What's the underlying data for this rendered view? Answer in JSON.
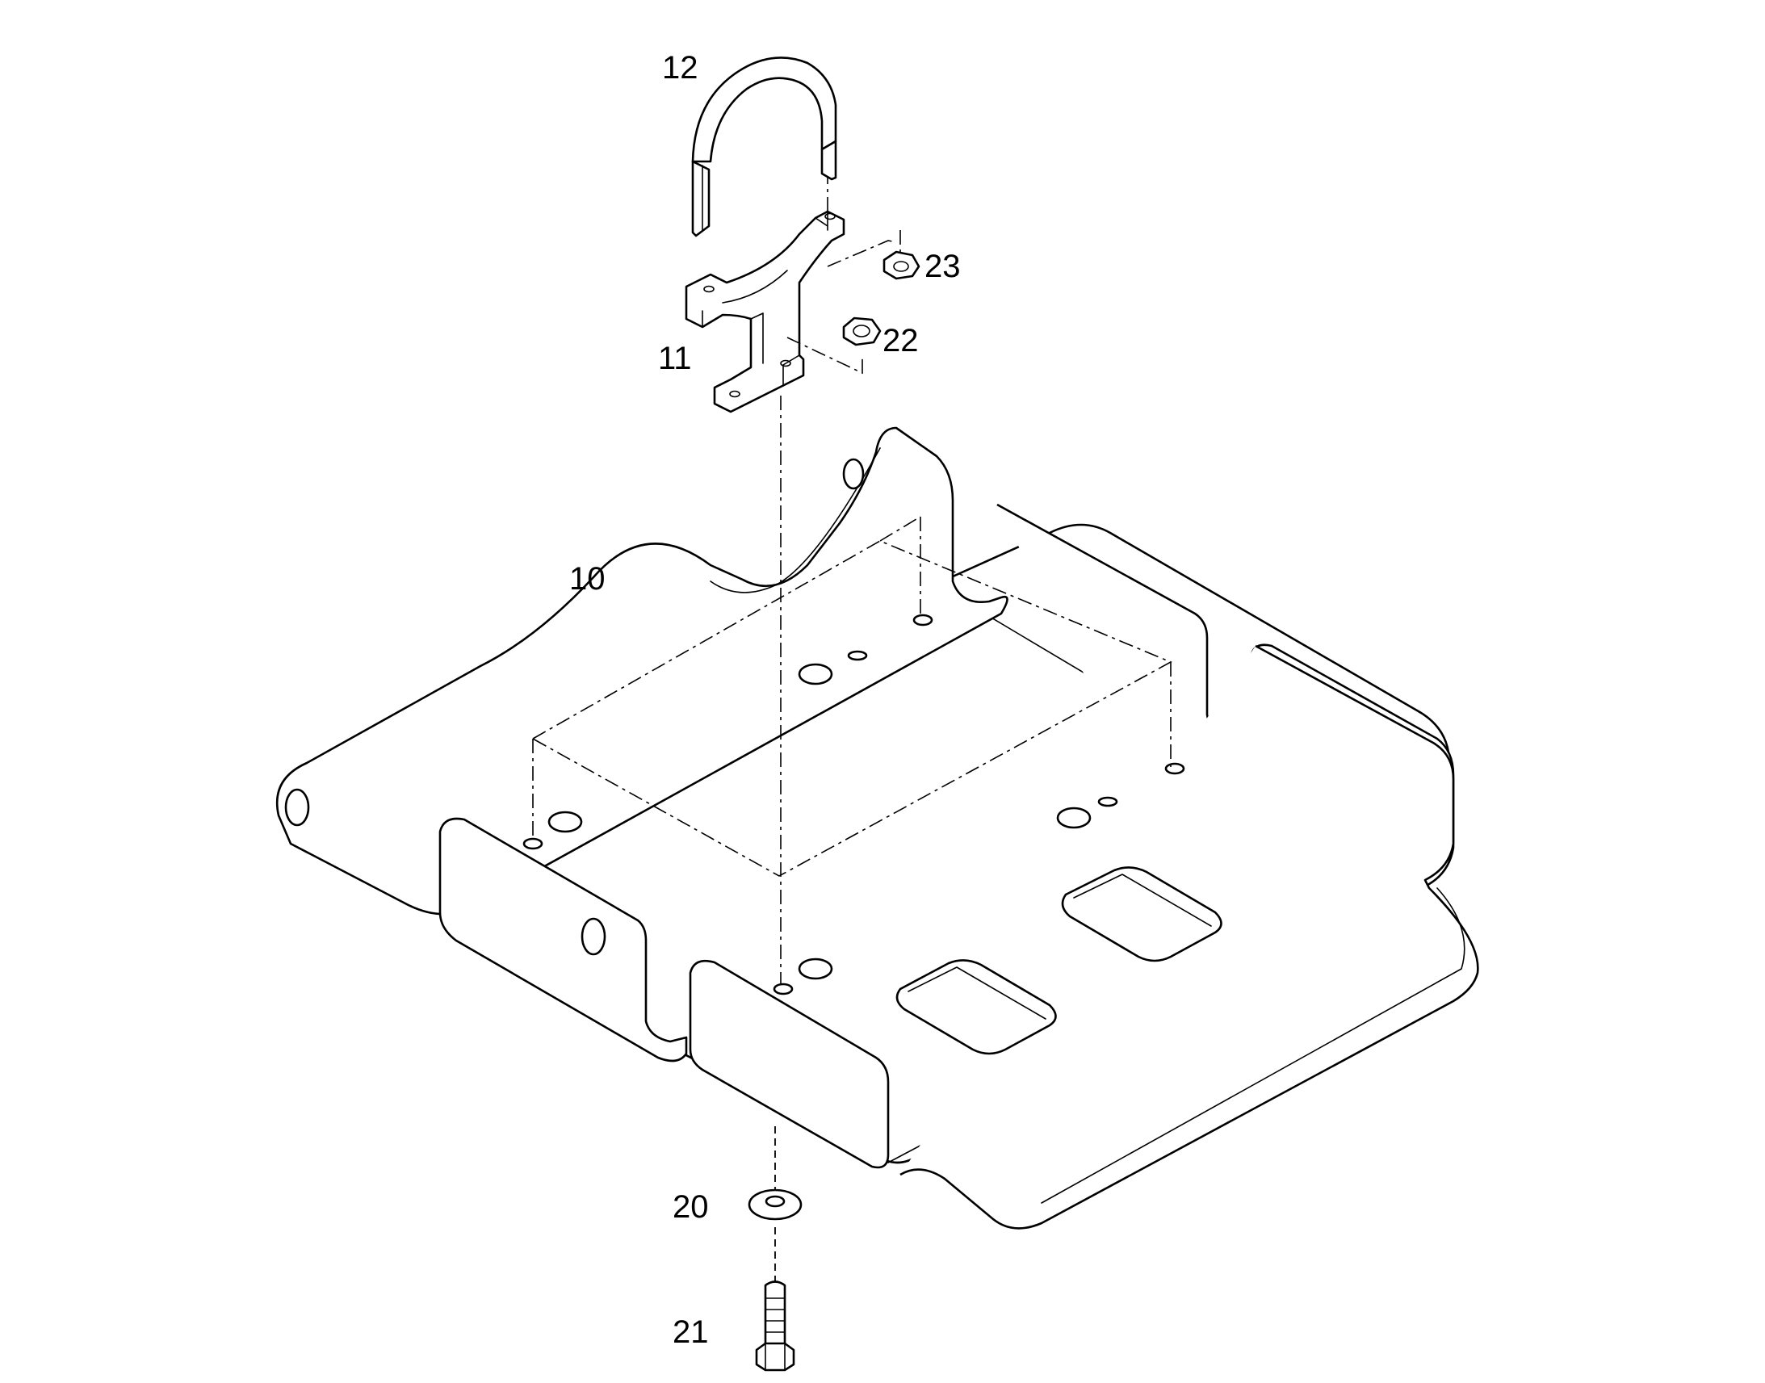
{
  "callouts": {
    "plate": "10",
    "clamp_bracket": "11",
    "u_bolt": "12",
    "washer": "20",
    "bolt": "21",
    "nut_lower": "22",
    "nut_upper": "23"
  }
}
